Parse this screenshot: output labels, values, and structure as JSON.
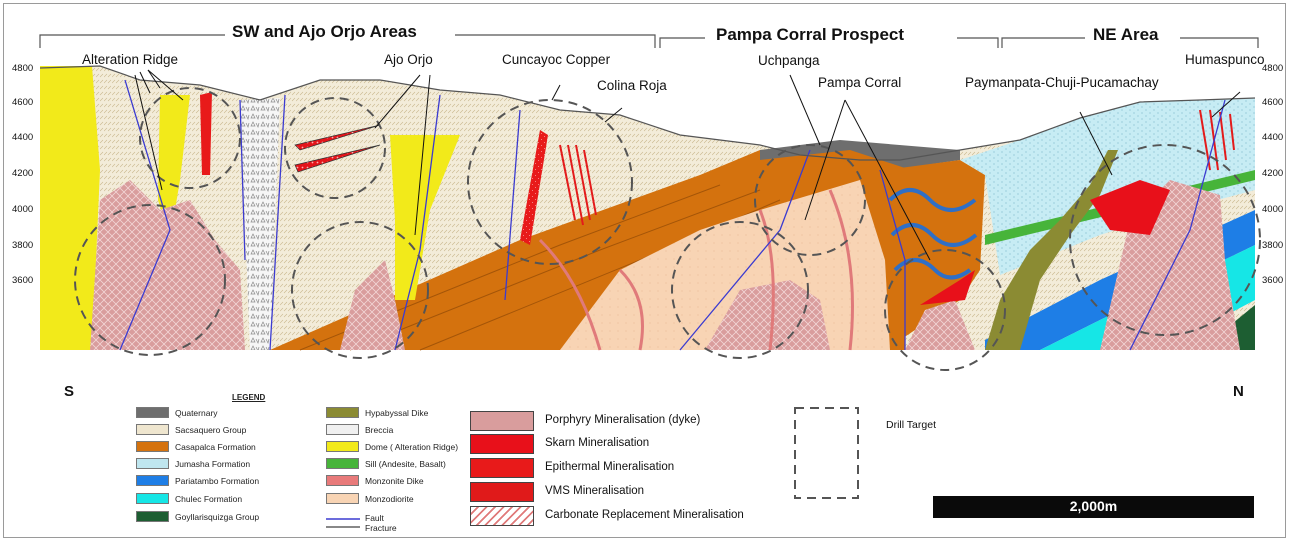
{
  "areas": {
    "sw": "SW and Ajo Orjo Areas",
    "pampa": "Pampa Corral Prospect",
    "ne": "NE Area"
  },
  "locations": {
    "alteration_ridge": "Alteration  Ridge",
    "ajo_orjo": "Ajo Orjo",
    "cuncayoc": "Cuncayoc Copper",
    "colina_roja": "Colina Roja",
    "uchpanga": "Uchpanga",
    "pampa_corral": "Pampa Corral",
    "paymanpata": "Paymanpata-Chuji-Pucamachay",
    "humaspunco": "Humaspunco"
  },
  "elevations_left": [
    "4800",
    "4600",
    "4400",
    "4200",
    "4000",
    "3800",
    "3600"
  ],
  "elevations_right": [
    "4800",
    "4600",
    "4400",
    "4200",
    "4000",
    "3800",
    "3600"
  ],
  "compass": {
    "south": "S",
    "north": "N"
  },
  "legend": {
    "title": "LEGEND",
    "left_col": [
      {
        "label": "Quaternary",
        "color": "#6e6e6e"
      },
      {
        "label": "Sacsaquero Group",
        "color": "#efe6cf"
      },
      {
        "label": "Casapalca Formation",
        "color": "#d4720e"
      },
      {
        "label": "Jumasha Formation",
        "color": "#bfe6ef"
      },
      {
        "label": "Pariatambo Formation",
        "color": "#1e7ee6"
      },
      {
        "label": "Chulec Formation",
        "color": "#16e6e6"
      },
      {
        "label": "Goyllarisquizga Group",
        "color": "#1d5e32"
      }
    ],
    "right_col": [
      {
        "label": "Hypabyssal Dike",
        "color": "#8b8b33"
      },
      {
        "label": "Breccia",
        "color": "#f0f0f0"
      },
      {
        "label": "Dome  ( Alteration Ridge)",
        "color": "#f2ea1a"
      },
      {
        "label": "Sill  (Andesite, Basalt)",
        "color": "#47b43a"
      },
      {
        "label": "Monzonite Dike",
        "color": "#e87a7a"
      },
      {
        "label": "Monzodiorite",
        "color": "#f8d4b4"
      },
      {
        "label": "Fault",
        "color": "#3b3bd0"
      },
      {
        "label": "Fracture",
        "color": "#111111"
      }
    ]
  },
  "mineralisation": [
    {
      "label": "Porphyry Mineralisation (dyke)",
      "color": "#d89a9a"
    },
    {
      "label": "Skarn Mineralisation",
      "color": "#e8101a"
    },
    {
      "label": "Epithermal Mineralisation",
      "color": "#e81a1a"
    },
    {
      "label": "VMS Mineralisation",
      "color": "#e01a1a"
    },
    {
      "label": "Carbonate Replacement Mineralisation",
      "color": "#ffffff"
    }
  ],
  "drill_target": "Drill Target",
  "scale_bar": "2,000m"
}
